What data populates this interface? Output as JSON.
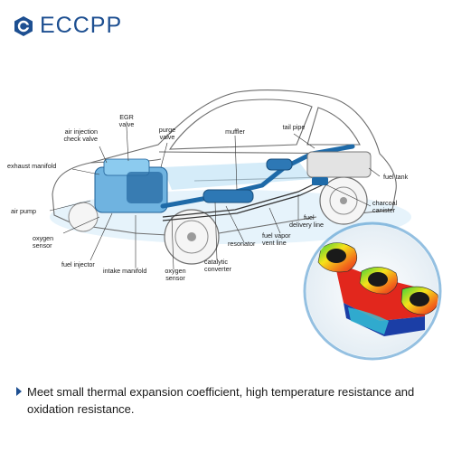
{
  "brand": {
    "name": "ECCPP",
    "color": "#1d4f91"
  },
  "labels": {
    "egr_valve": [
      "EGR",
      "valve"
    ],
    "air_injection": [
      "air injection",
      "check valve"
    ],
    "purge_valve": [
      "purge",
      "valve"
    ],
    "muffler": [
      "muffler"
    ],
    "tail_pipe": [
      "tail pipe"
    ],
    "exhaust_manifold": [
      "exhaust manifold"
    ],
    "fuel_tank": [
      "fuel tank"
    ],
    "air_pump": [
      "air pump"
    ],
    "charcoal_canister": [
      "charcoal",
      "canister"
    ],
    "fuel_delivery": [
      "fuel",
      "delivery line"
    ],
    "oxygen_sensor_front": [
      "oxygen",
      "sensor"
    ],
    "resonator": [
      "resonator"
    ],
    "fuel_vapor": [
      "fuel vapor",
      "vent line"
    ],
    "fuel_injector": [
      "fuel injector"
    ],
    "intake_manifold": [
      "intake manifold"
    ],
    "oxygen_sensor_rear": [
      "oxygen",
      "sensor"
    ],
    "catalytic_converter": [
      "catalytic",
      "converter"
    ]
  },
  "caption": "Meet small thermal expansion coefficient, high temperature resistance and oxidation resistance.",
  "colors": {
    "exhaust": "#1e6aa8",
    "highlight": "#7fc3ea"
  }
}
